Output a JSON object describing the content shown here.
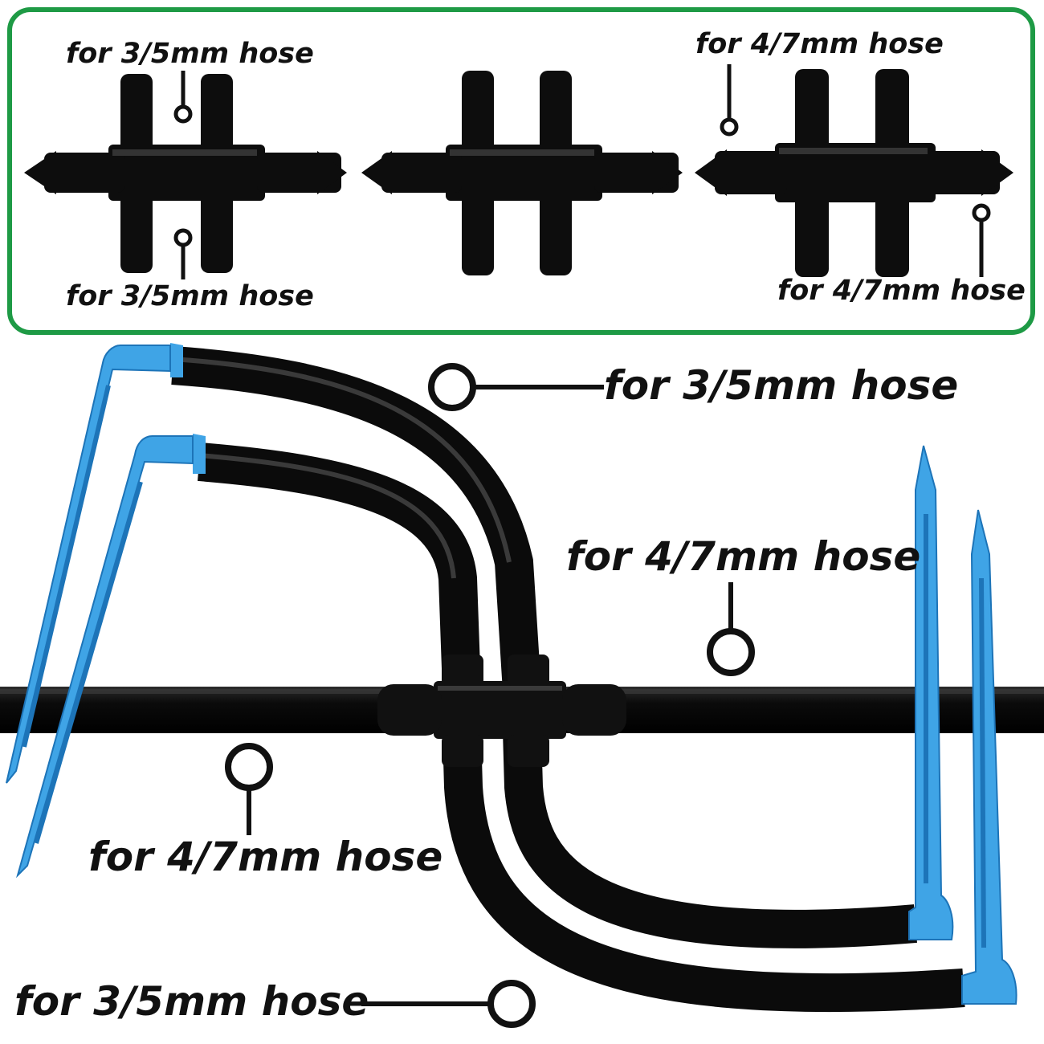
{
  "colors": {
    "frame": "#1e9a45",
    "hose": "#0b0b0b",
    "hose_highlight": "#3a3a3a",
    "stake": "#3fa4e6",
    "stake_dark": "#1d74b8",
    "label": "#111111"
  },
  "panel": {
    "labels": {
      "left_top": "for 3/5mm hose",
      "left_bottom": "for 3/5mm hose",
      "right_top": "for 4/7mm hose",
      "right_bottom": "for 4/7mm hose"
    }
  },
  "scene": {
    "labels": {
      "branch_top": "for 3/5mm hose",
      "main_right": "for 4/7mm hose",
      "main_left": "for 4/7mm hose",
      "branch_bottom": "for 3/5mm hose"
    }
  }
}
